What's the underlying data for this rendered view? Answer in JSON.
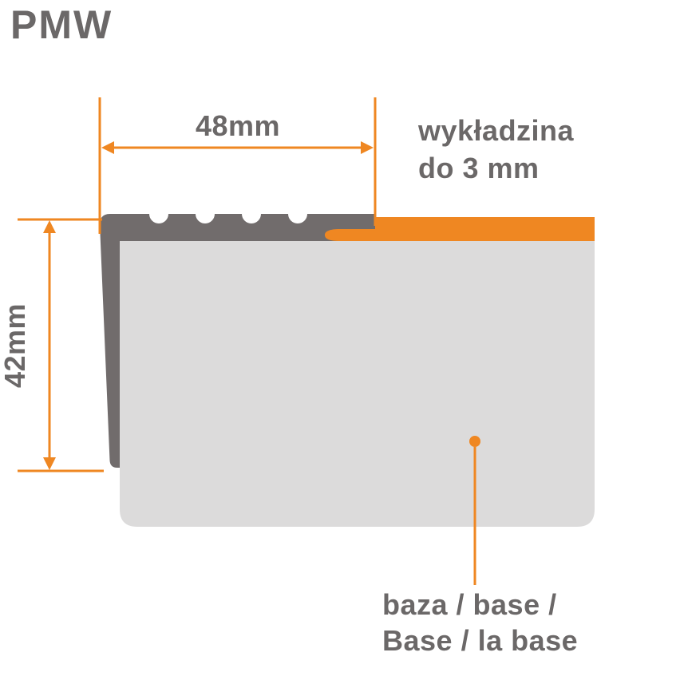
{
  "title": "PMW",
  "diagram": {
    "width_dim": "48mm",
    "height_dim": "42mm",
    "flooring_label_line1": "wykładzina",
    "flooring_label_line2": "do 3 mm",
    "base_label_line1": "baza / base /",
    "base_label_line2": "Base / la base"
  },
  "colors": {
    "accent_orange": "#EF8722",
    "profile_gray": "#716C6C",
    "base_gray": "#DCDBDB",
    "text_gray": "#6B6868"
  }
}
